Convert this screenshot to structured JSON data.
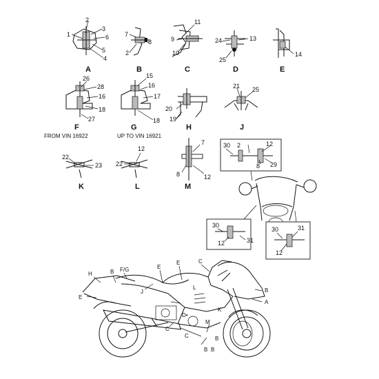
{
  "details": [
    {
      "id": "A",
      "callouts": [
        "2",
        "1",
        "3",
        "6",
        "5",
        "4"
      ]
    },
    {
      "id": "B",
      "callouts": [
        "7",
        "2",
        "8"
      ]
    },
    {
      "id": "C",
      "callouts": [
        "11",
        "9",
        "10"
      ]
    },
    {
      "id": "D",
      "callouts": [
        "24",
        "13",
        "25"
      ]
    },
    {
      "id": "E",
      "callouts": [
        "14"
      ]
    },
    {
      "id": "F",
      "callouts": [
        "26",
        "28",
        "16",
        "18",
        "27"
      ],
      "note": "FROM VIN 16922"
    },
    {
      "id": "G",
      "callouts": [
        "15",
        "16",
        "17",
        "18"
      ],
      "note": "UP TO VIN 16921"
    },
    {
      "id": "H",
      "callouts": [
        "20",
        "19"
      ]
    },
    {
      "id": "J",
      "callouts": [
        "21",
        "25"
      ]
    },
    {
      "id": "K",
      "callouts": [
        "22",
        "23"
      ]
    },
    {
      "id": "L",
      "callouts": [
        "22",
        "12"
      ]
    },
    {
      "id": "M",
      "callouts": [
        "7",
        "8",
        "12"
      ]
    }
  ],
  "mirror_insets": {
    "top": [
      "30",
      "2",
      "12",
      "8",
      "29"
    ],
    "left": [
      "30",
      "12"
    ],
    "right": [
      "30",
      "31",
      "12"
    ],
    "center": [
      "31"
    ]
  },
  "bike_labels": {
    "H": "H",
    "B_tail": "B",
    "FG": "F/G",
    "E_seat": "E",
    "E_tank": "E",
    "C_screen": "C",
    "E_side": "E",
    "J": "J",
    "L": "L",
    "B_front": "B",
    "A_front": "A",
    "D": "D•",
    "K": "K",
    "M": "M",
    "C_low1": "C",
    "C_low2": "C",
    "B_low1": "B",
    "B_low2": "B",
    "B_fork": "B"
  }
}
